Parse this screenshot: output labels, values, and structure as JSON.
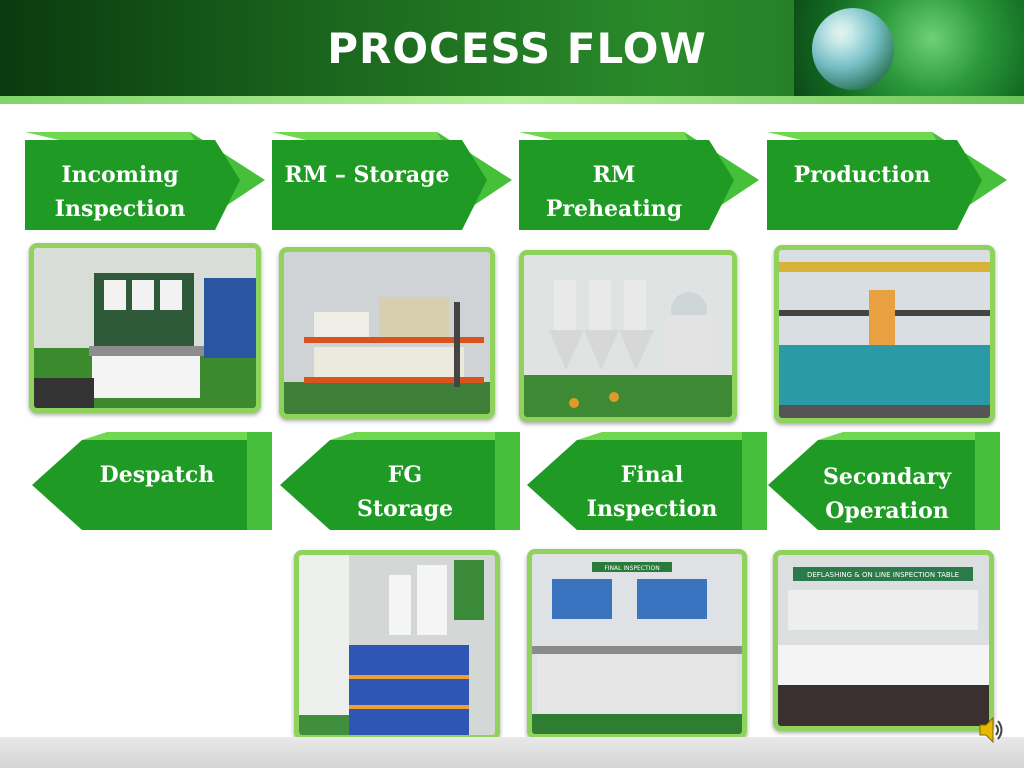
{
  "slide": {
    "title": "PROCESS FLOW"
  },
  "steps": [
    {
      "label": "Incoming\nInspection",
      "direction": "right"
    },
    {
      "label": "RM – Storage",
      "direction": "right"
    },
    {
      "label": "RM\nPreheating",
      "direction": "right"
    },
    {
      "label": "Production",
      "direction": "right"
    },
    {
      "label": "Despatch",
      "direction": "left"
    },
    {
      "label": "FG\nStorage",
      "direction": "left"
    },
    {
      "label": "Final\nInspection",
      "direction": "left"
    },
    {
      "label": "Secondary\nOperation",
      "direction": "left"
    }
  ],
  "photos": [
    {
      "subject": "incoming-inspection-photo"
    },
    {
      "subject": "rm-storage-photo"
    },
    {
      "subject": "rm-preheating-photo"
    },
    {
      "subject": "production-photo"
    },
    {
      "subject": "fg-storage-photo"
    },
    {
      "subject": "final-inspection-photo",
      "sign": "FINAL INSPECTION"
    },
    {
      "subject": "secondary-operation-photo",
      "sign": "DEFLASHING & ON LINE INSPECTION TABLE"
    }
  ],
  "colors": {
    "arrow_face": "#1f9a24",
    "arrow_side": "#46c03a",
    "arrow_top": "#6fd84e",
    "photo_border": "#8fd25c"
  },
  "icons": {
    "audio": "speaker-icon"
  }
}
